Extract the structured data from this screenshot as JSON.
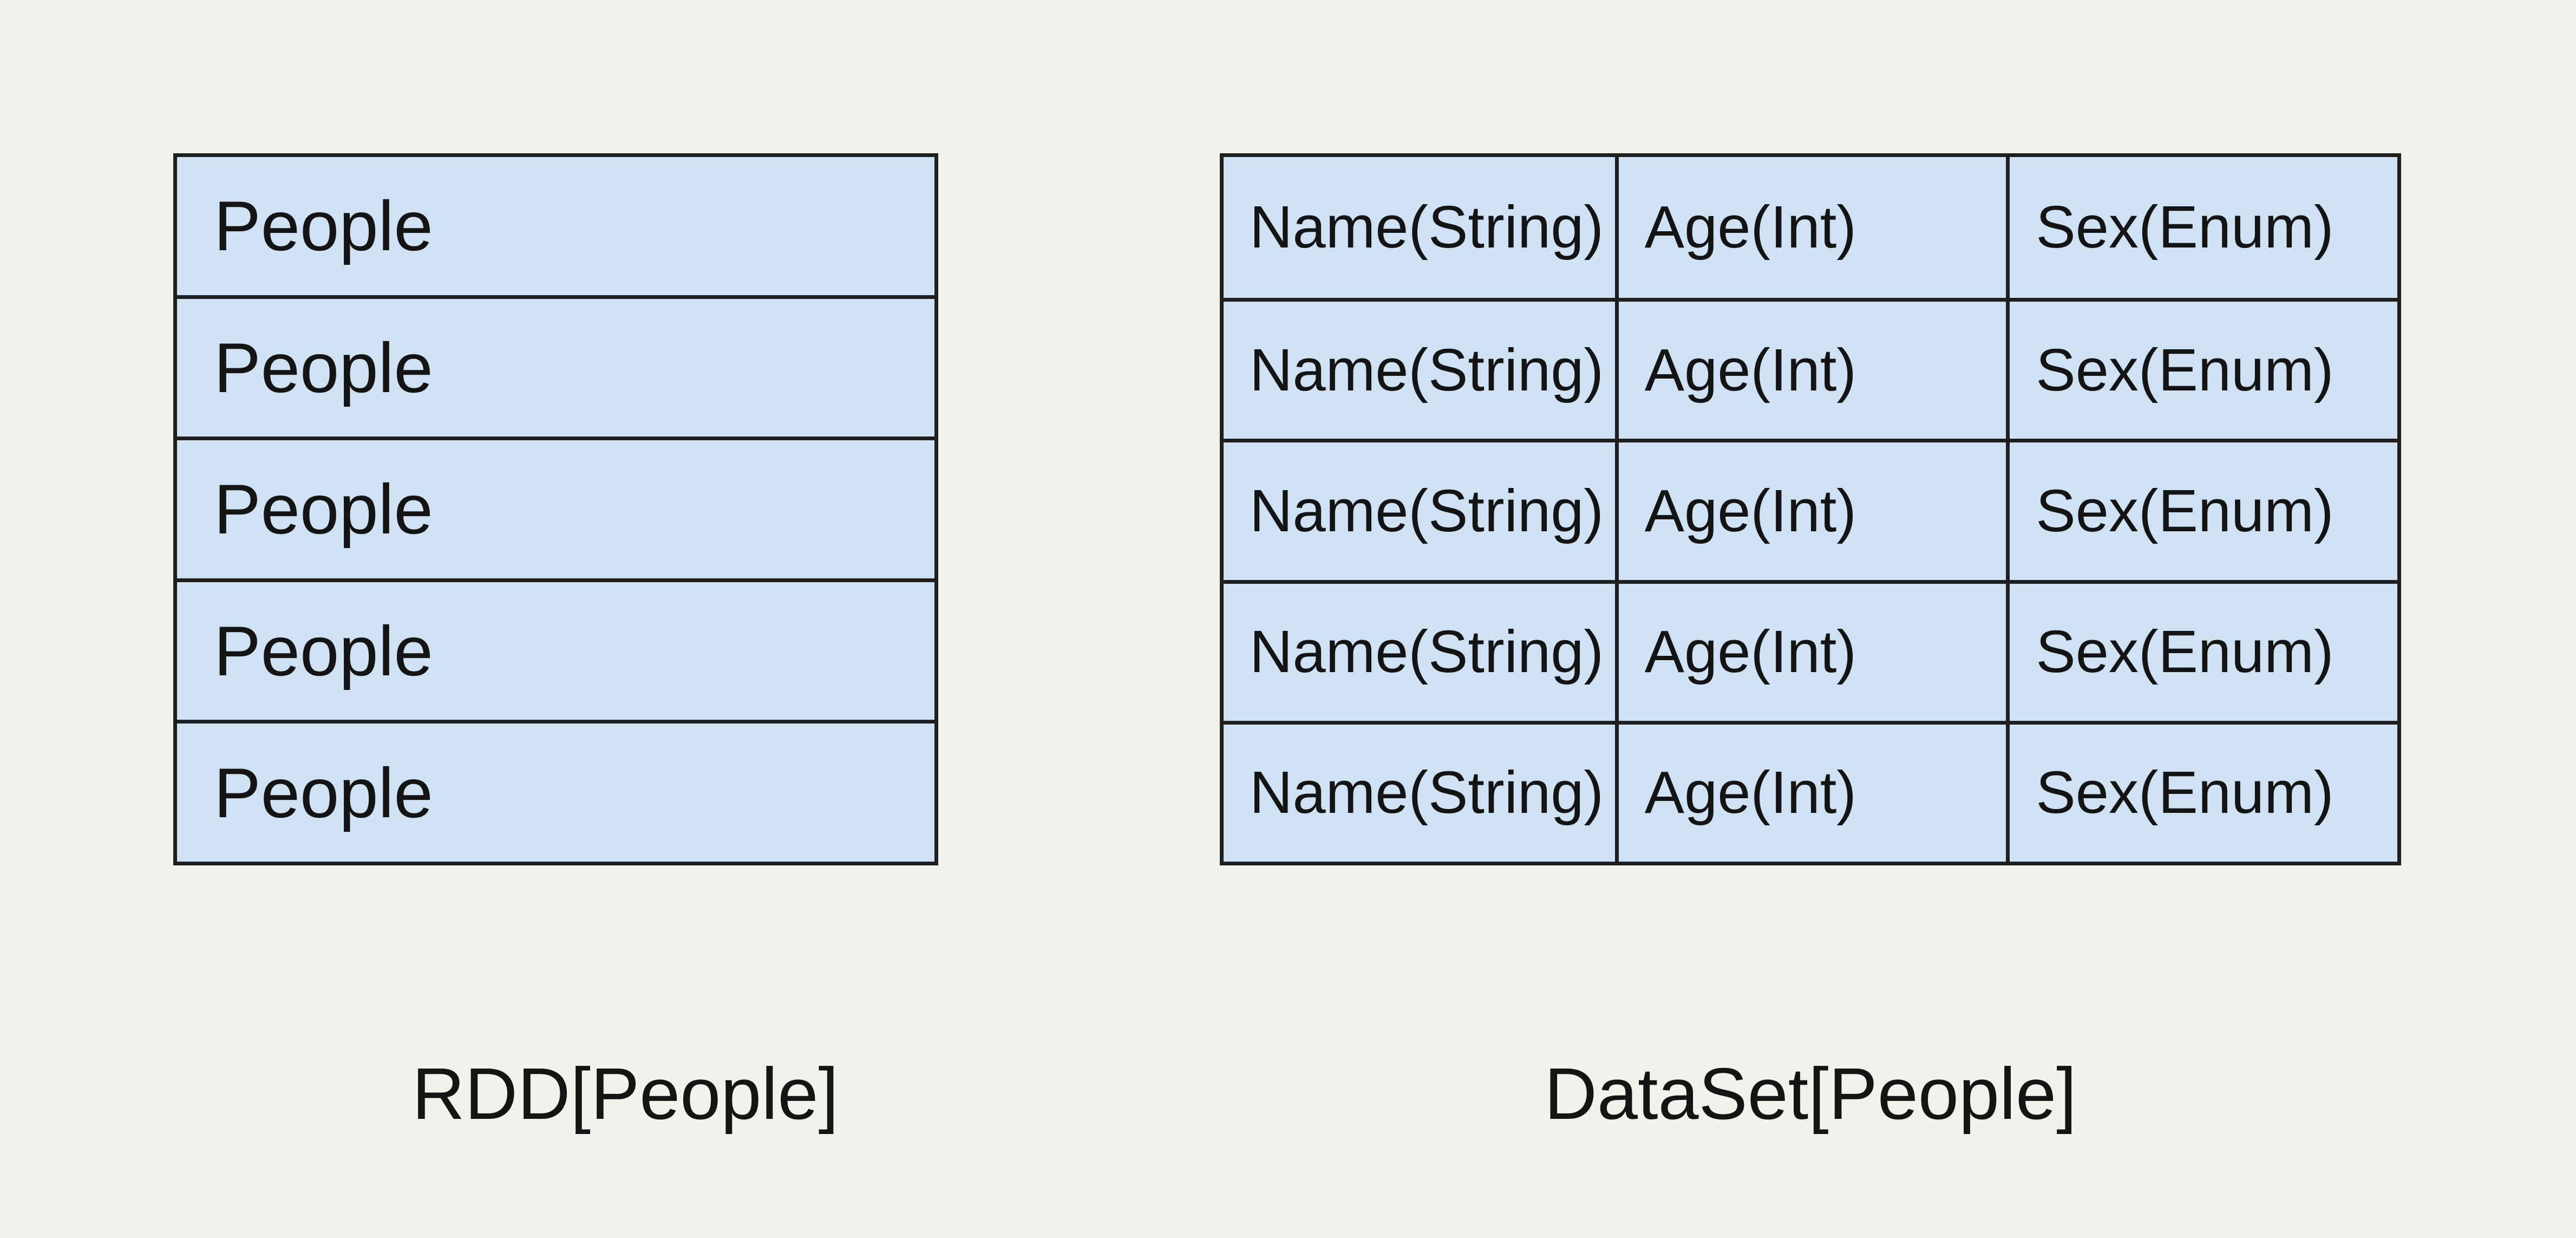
{
  "colors": {
    "background": "#f3f1ec",
    "cell-fill": "#cfe2f3",
    "border": "#1f1f1f",
    "text": "#141414"
  },
  "rdd": {
    "caption": "RDD[People]",
    "rows": [
      "People",
      "People",
      "People",
      "People",
      "People"
    ]
  },
  "dataset": {
    "caption": "DataSet[People]",
    "rows": [
      [
        "Name(String)",
        "Age(Int)",
        "Sex(Enum)"
      ],
      [
        "Name(String)",
        "Age(Int)",
        "Sex(Enum)"
      ],
      [
        "Name(String)",
        "Age(Int)",
        "Sex(Enum)"
      ],
      [
        "Name(String)",
        "Age(Int)",
        "Sex(Enum)"
      ],
      [
        "Name(String)",
        "Age(Int)",
        "Sex(Enum)"
      ]
    ]
  }
}
